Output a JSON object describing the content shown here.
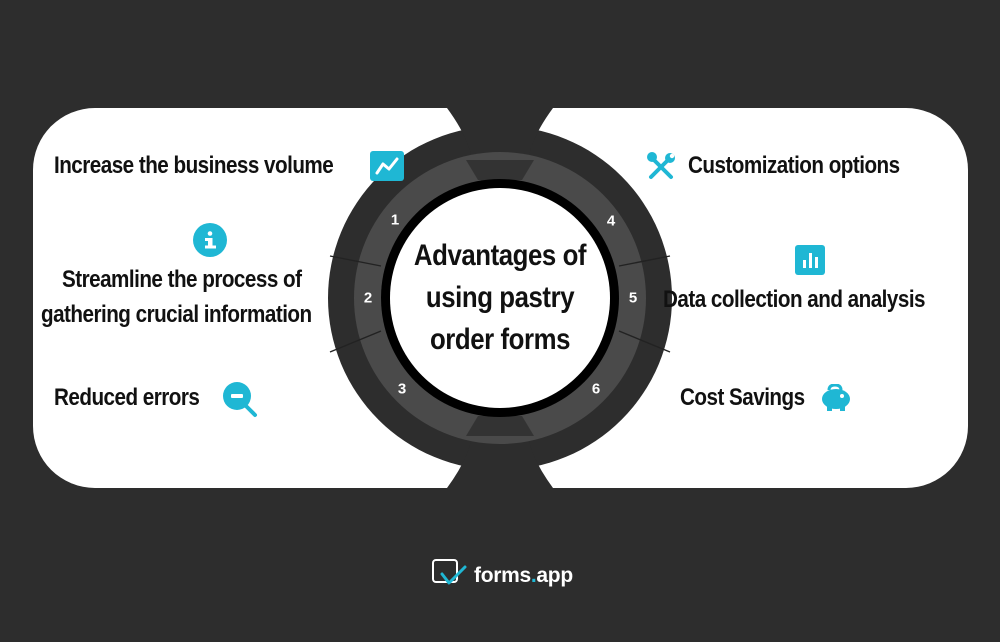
{
  "title": {
    "line1": "Advantages of",
    "line2": "using pastry",
    "line3": "order forms"
  },
  "colors": {
    "background": "#2d2d2d",
    "card": "#ffffff",
    "ring": "#4a4a4a",
    "ring_inner": "#000000",
    "accent": "#1fb7d4",
    "text": "#111111"
  },
  "items": [
    {
      "number": "1",
      "label": "Increase the business volume",
      "icon": "trend-line-icon"
    },
    {
      "number": "2",
      "label_line1": "Streamline the process of",
      "label_line2": "gathering crucial information",
      "icon": "info-icon"
    },
    {
      "number": "3",
      "label": "Reduced errors",
      "icon": "zoom-out-icon"
    },
    {
      "number": "4",
      "label": "Customization options",
      "icon": "tools-icon"
    },
    {
      "number": "5",
      "label": "Data collection and analysis",
      "icon": "bar-chart-icon"
    },
    {
      "number": "6",
      "label": "Cost Savings",
      "icon": "piggy-bank-icon"
    }
  ],
  "footer": {
    "brand_main": "forms",
    "brand_dot": ".",
    "brand_tail": "app"
  }
}
